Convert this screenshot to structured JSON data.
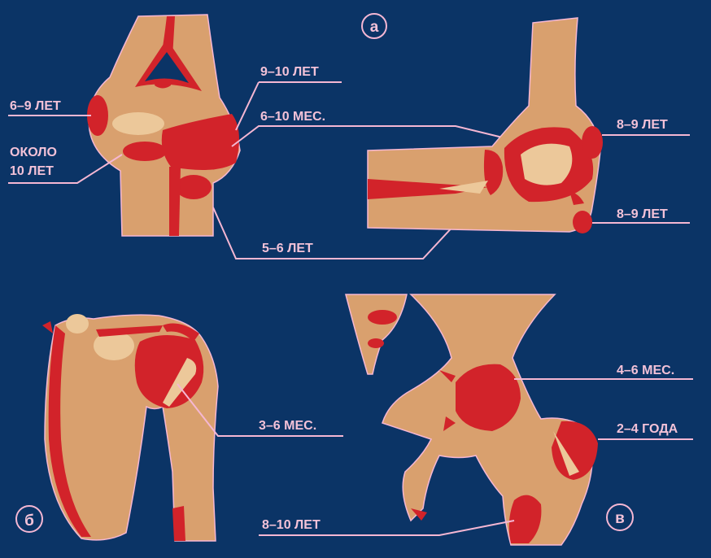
{
  "colors": {
    "background": "#0b3466",
    "bone": "#d9a06e",
    "bone_light": "#ecc89a",
    "ossification": "#d2232a",
    "line": "#f5b7d3",
    "label": "#f3c2d8"
  },
  "panels": {
    "a": {
      "letter": "а"
    },
    "b": {
      "letter": "б"
    },
    "c": {
      "letter": "в"
    }
  },
  "labels": {
    "elbow_front_left_upper": "6–9 ЛЕТ",
    "elbow_front_left_lower_1": "ОКОЛО",
    "elbow_front_left_lower_2": "10 ЛЕТ",
    "elbow_front_right_upper": "9–10 ЛЕТ",
    "elbow_front_right_mid": "6–10 МЕС.",
    "elbow_bottom": "5–6 ЛЕТ",
    "elbow_side_upper": "8–9 ЛЕТ",
    "elbow_side_lower": "8–9 ЛЕТ",
    "shoulder": "3–6 МЕС.",
    "hip_head": "4–6 МЕС.",
    "hip_trochanter_major": "2–4 ГОДА",
    "hip_trochanter_minor": "8–10 ЛЕТ"
  }
}
